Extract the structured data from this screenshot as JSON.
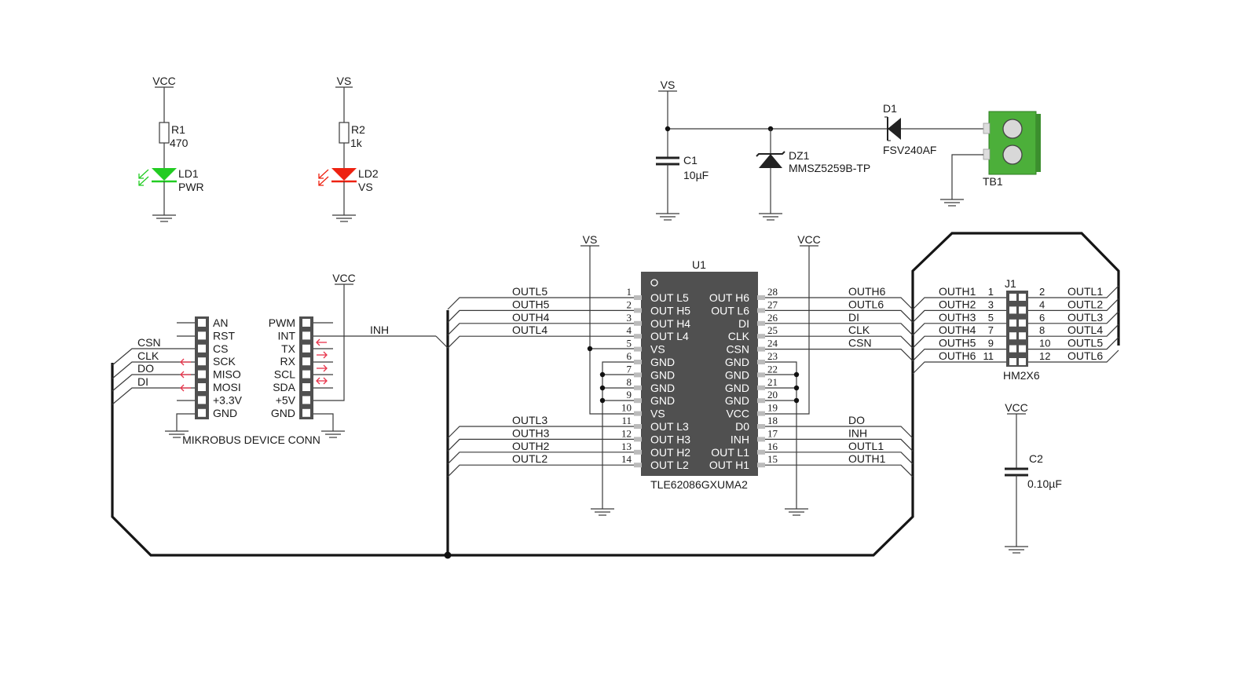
{
  "colors": {
    "ic_body": "#505050",
    "led_green": "#22cc22",
    "led_red": "#ee2211",
    "terminal_green": "#4caf3a",
    "arrow_red": "#e8334a"
  },
  "leds": {
    "ld1": {
      "supply": "VCC",
      "resistor": "R1",
      "resistor_value": "470",
      "ref": "LD1",
      "label": "PWR"
    },
    "ld2": {
      "supply": "VS",
      "resistor": "R2",
      "resistor_value": "1k",
      "ref": "LD2",
      "label": "VS"
    }
  },
  "power_input": {
    "supply": "VS",
    "cap_ref": "C1",
    "cap_value": "10µF",
    "zener_ref": "DZ1",
    "zener_part": "MMSZ5259B-TP",
    "diode_ref": "D1",
    "diode_part": "FSV240AF",
    "terminal_ref": "TB1"
  },
  "mikrobus": {
    "title": "MIKROBUS DEVICE CONN",
    "left_pins": [
      "AN",
      "RST",
      "CS",
      "SCK",
      "MISO",
      "MOSI",
      "+3.3V",
      "GND"
    ],
    "right_pins": [
      "PWM",
      "INT",
      "TX",
      "RX",
      "SCL",
      "SDA",
      "+5V",
      "GND"
    ],
    "left_nets": [
      "CSN",
      "CLK",
      "DO",
      "DI"
    ],
    "right_net": "INH",
    "supply": "VCC"
  },
  "ic": {
    "ref": "U1",
    "part": "TLE62086GXUMA2",
    "vs_label": "VS",
    "vcc_label": "VCC",
    "left_pins": [
      {
        "num": "1",
        "name": "OUT L5",
        "net": "OUTL5"
      },
      {
        "num": "2",
        "name": "OUT H5",
        "net": "OUTH5"
      },
      {
        "num": "3",
        "name": "OUT H4",
        "net": "OUTH4"
      },
      {
        "num": "4",
        "name": "OUT L4",
        "net": "OUTL4"
      },
      {
        "num": "5",
        "name": "VS",
        "net": ""
      },
      {
        "num": "6",
        "name": "GND",
        "net": ""
      },
      {
        "num": "7",
        "name": "GND",
        "net": ""
      },
      {
        "num": "8",
        "name": "GND",
        "net": ""
      },
      {
        "num": "9",
        "name": "GND",
        "net": ""
      },
      {
        "num": "10",
        "name": "VS",
        "net": ""
      },
      {
        "num": "11",
        "name": "OUT L3",
        "net": "OUTL3"
      },
      {
        "num": "12",
        "name": "OUT H3",
        "net": "OUTH3"
      },
      {
        "num": "13",
        "name": "OUT H2",
        "net": "OUTH2"
      },
      {
        "num": "14",
        "name": "OUT L2",
        "net": "OUTL2"
      }
    ],
    "right_pins": [
      {
        "num": "28",
        "name": "OUT H6",
        "net": "OUTH6"
      },
      {
        "num": "27",
        "name": "OUT L6",
        "net": "OUTL6"
      },
      {
        "num": "26",
        "name": "DI",
        "net": "DI"
      },
      {
        "num": "25",
        "name": "CLK",
        "net": "CLK"
      },
      {
        "num": "24",
        "name": "CSN",
        "net": "CSN"
      },
      {
        "num": "23",
        "name": "GND",
        "net": ""
      },
      {
        "num": "22",
        "name": "GND",
        "net": ""
      },
      {
        "num": "21",
        "name": "GND",
        "net": ""
      },
      {
        "num": "20",
        "name": "GND",
        "net": ""
      },
      {
        "num": "19",
        "name": "VCC",
        "net": ""
      },
      {
        "num": "18",
        "name": "D0",
        "net": "DO"
      },
      {
        "num": "17",
        "name": "INH",
        "net": "INH"
      },
      {
        "num": "16",
        "name": "OUT L1",
        "net": "OUTL1"
      },
      {
        "num": "15",
        "name": "OUT H1",
        "net": "OUTH1"
      }
    ]
  },
  "header": {
    "ref": "J1",
    "part": "HM2X6",
    "left_nets": [
      "OUTH1",
      "OUTH2",
      "OUTH3",
      "OUTH4",
      "OUTH5",
      "OUTH6"
    ],
    "left_nums": [
      "1",
      "3",
      "5",
      "7",
      "9",
      "11"
    ],
    "right_nums": [
      "2",
      "4",
      "6",
      "8",
      "10",
      "12"
    ],
    "right_nets": [
      "OUTL1",
      "OUTL2",
      "OUTL3",
      "OUTL4",
      "OUTL5",
      "OUTL6"
    ]
  },
  "decoupling": {
    "supply": "VCC",
    "ref": "C2",
    "value": "0.10µF"
  }
}
